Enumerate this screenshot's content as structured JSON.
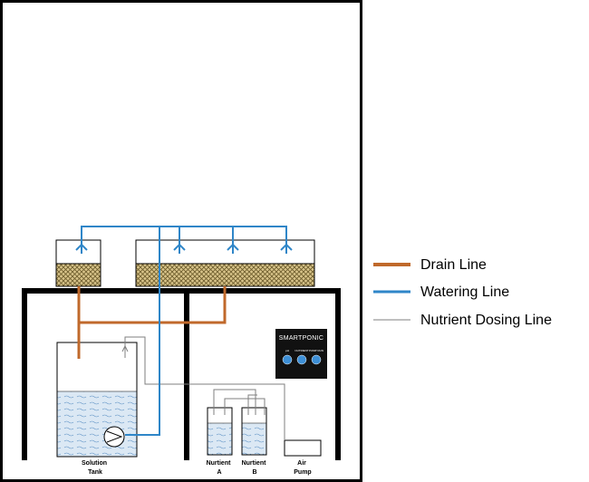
{
  "legend": {
    "drain": {
      "label": "Drain Line",
      "color": "#c0692b"
    },
    "watering": {
      "label": "Watering Line",
      "color": "#2f86c8"
    },
    "nutrient": {
      "label": "Nutrient Dosing Line",
      "color": "#7f7f7f"
    }
  },
  "controller": {
    "title": "SMARTPONIC",
    "knob_labels": [
      "pH",
      "NUTRIENT",
      "PUMP RUN"
    ],
    "knob_color": "#3d8fd6"
  },
  "labels": {
    "solution_tank": [
      "Solution",
      "Tank"
    ],
    "nutrient_a": [
      "Nurtient",
      "A"
    ],
    "nutrient_b": [
      "Nurtient",
      "B"
    ],
    "air_pump": [
      "Air",
      "Pump"
    ]
  }
}
